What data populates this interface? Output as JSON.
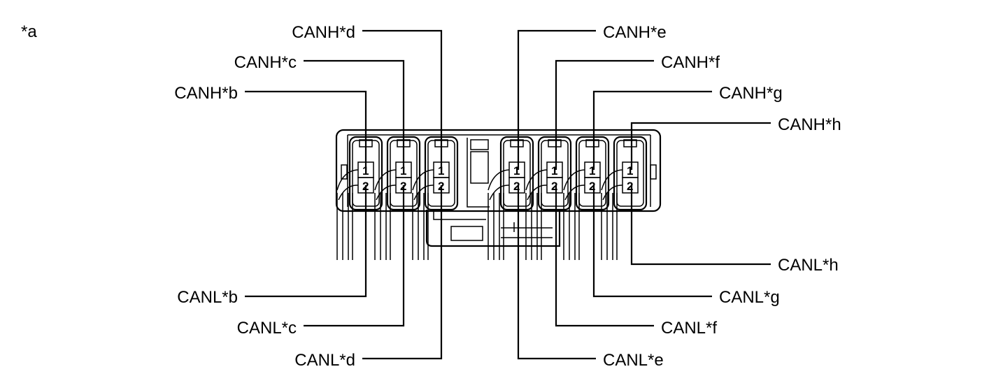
{
  "corner_label": "*a",
  "labels": {
    "canh_b": "CANH*b",
    "canh_c": "CANH*c",
    "canh_d": "CANH*d",
    "canh_e": "CANH*e",
    "canh_f": "CANH*f",
    "canh_g": "CANH*g",
    "canh_h": "CANH*h",
    "canl_b": "CANL*b",
    "canl_c": "CANL*c",
    "canl_d": "CANL*d",
    "canl_e": "CANL*e",
    "canl_f": "CANL*f",
    "canl_g": "CANL*g",
    "canl_h": "CANL*h"
  },
  "pin_numbers": [
    "1",
    "2"
  ]
}
